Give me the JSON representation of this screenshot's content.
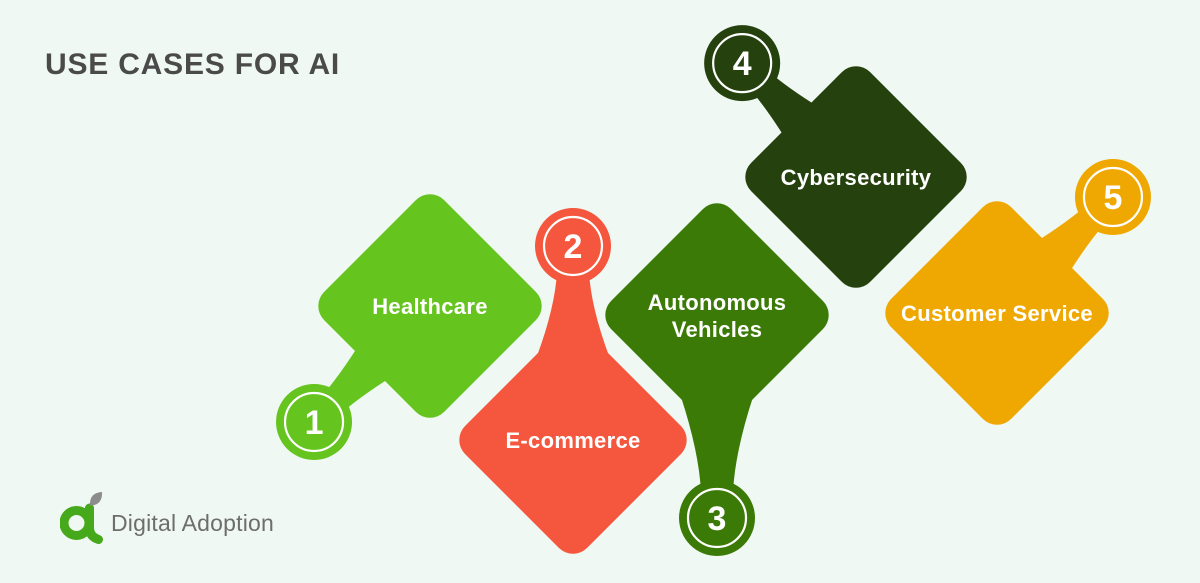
{
  "title": "USE CASES FOR AI",
  "title_color": "#4a4a4a",
  "background_color": "#eff8f2",
  "items": [
    {
      "number": "1",
      "label": "Healthcare",
      "color": "#66c41e"
    },
    {
      "number": "2",
      "label": "E-commerce",
      "color": "#f4573d"
    },
    {
      "number": "3",
      "label": "Autonomous Vehicles",
      "color": "#3b7a06"
    },
    {
      "number": "4",
      "label": "Cybersecurity",
      "color": "#25410d"
    },
    {
      "number": "5",
      "label": "Customer Service",
      "color": "#efa802"
    }
  ],
  "brand": {
    "name": "Digital Adoption",
    "text_color": "#6d6d6d",
    "mark_green": "#46a81b",
    "mark_gray": "#8c8c8c"
  }
}
